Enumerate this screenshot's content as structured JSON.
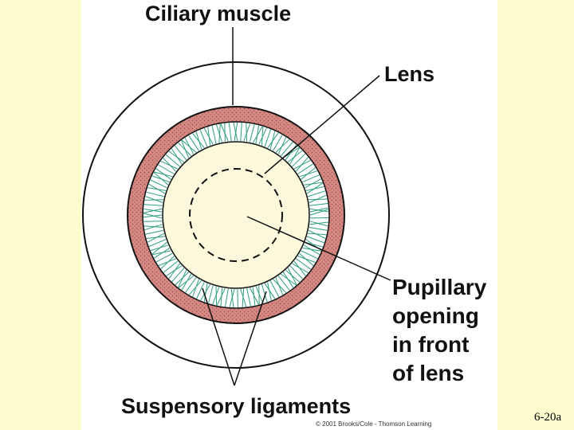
{
  "labels": {
    "ciliary_muscle": "Ciliary muscle",
    "lens": "Lens",
    "pupillary": [
      "Pupillary",
      "opening",
      "in front",
      "of lens"
    ],
    "suspensory": "Suspensory ligaments"
  },
  "copyright": "© 2001 Brooks/Cole - Thomson Learning",
  "slide_number": "6-20a",
  "colors": {
    "background": "#fcfccf",
    "panel": "#ffffff",
    "muscle_ring": "#d98a84",
    "ligament_fibers": "#2f9e7e",
    "lens_fill": "#fbf8dc",
    "outline": "#111111"
  }
}
